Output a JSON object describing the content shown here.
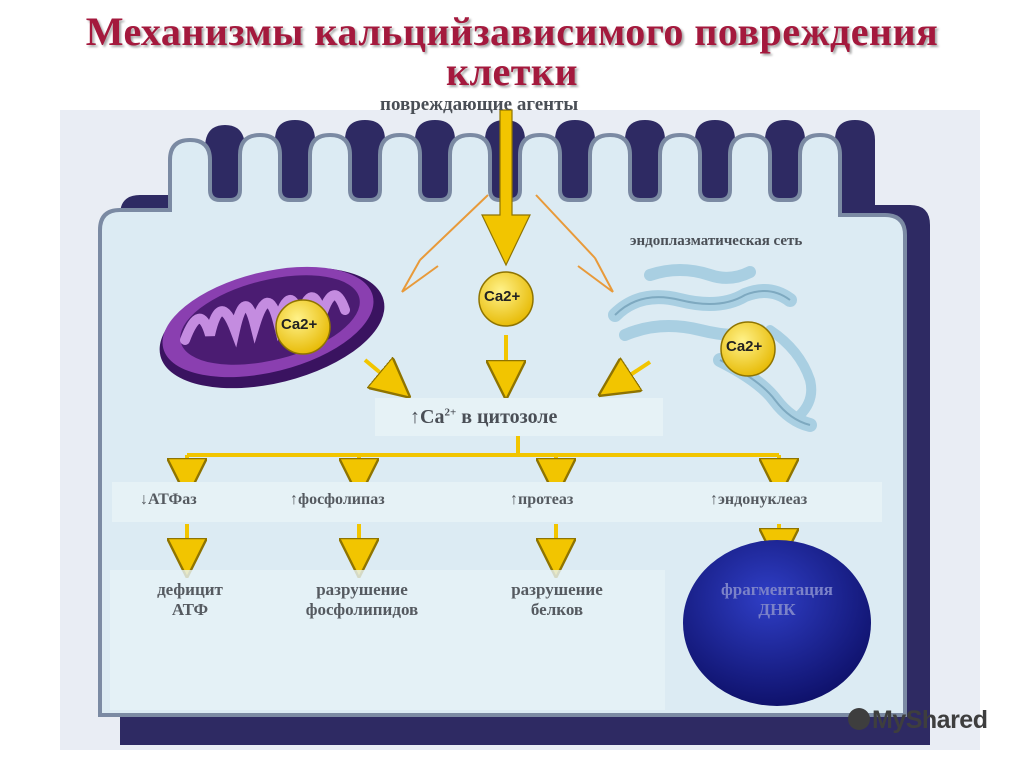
{
  "title": {
    "line1": "Механизмы кальцийзависимого повреждения",
    "line2": "клетки"
  },
  "labels": {
    "agents": "повреждающие агенты",
    "er": "эндоплазматическая сеть",
    "ca_mito": "Ca2+",
    "ca_center": "Ca2+",
    "ca_er": "Ca2+",
    "cytosol_arrow": "↑",
    "cytosol_ca": "Ca",
    "cytosol_sup": "2+",
    "cytosol_text": "в цитозоле",
    "atpase": "↓АТФаз",
    "phospholipase": "↑фосфолипаз",
    "protease": "↑протеаз",
    "endonuclease": "↑эндонуклеаз",
    "atp_deficit": "дефицит\nАТФ",
    "phospholipid_destruction": "разрушение\nфосфолипидов",
    "protein_destruction": "разрушение\nбелков",
    "dna_fragmentation": "фрагментация\nДНК"
  },
  "watermark": "MyShared",
  "colors": {
    "title": "#a4193d",
    "cell_fill": "#dcebf3",
    "cell_border": "#2e2a63",
    "mitochondrion": "#8a3fb0",
    "calcium": "#f2cf24",
    "arrow": "#f2c500",
    "nucleus": "#14167a",
    "er": "#a9cfe2"
  }
}
